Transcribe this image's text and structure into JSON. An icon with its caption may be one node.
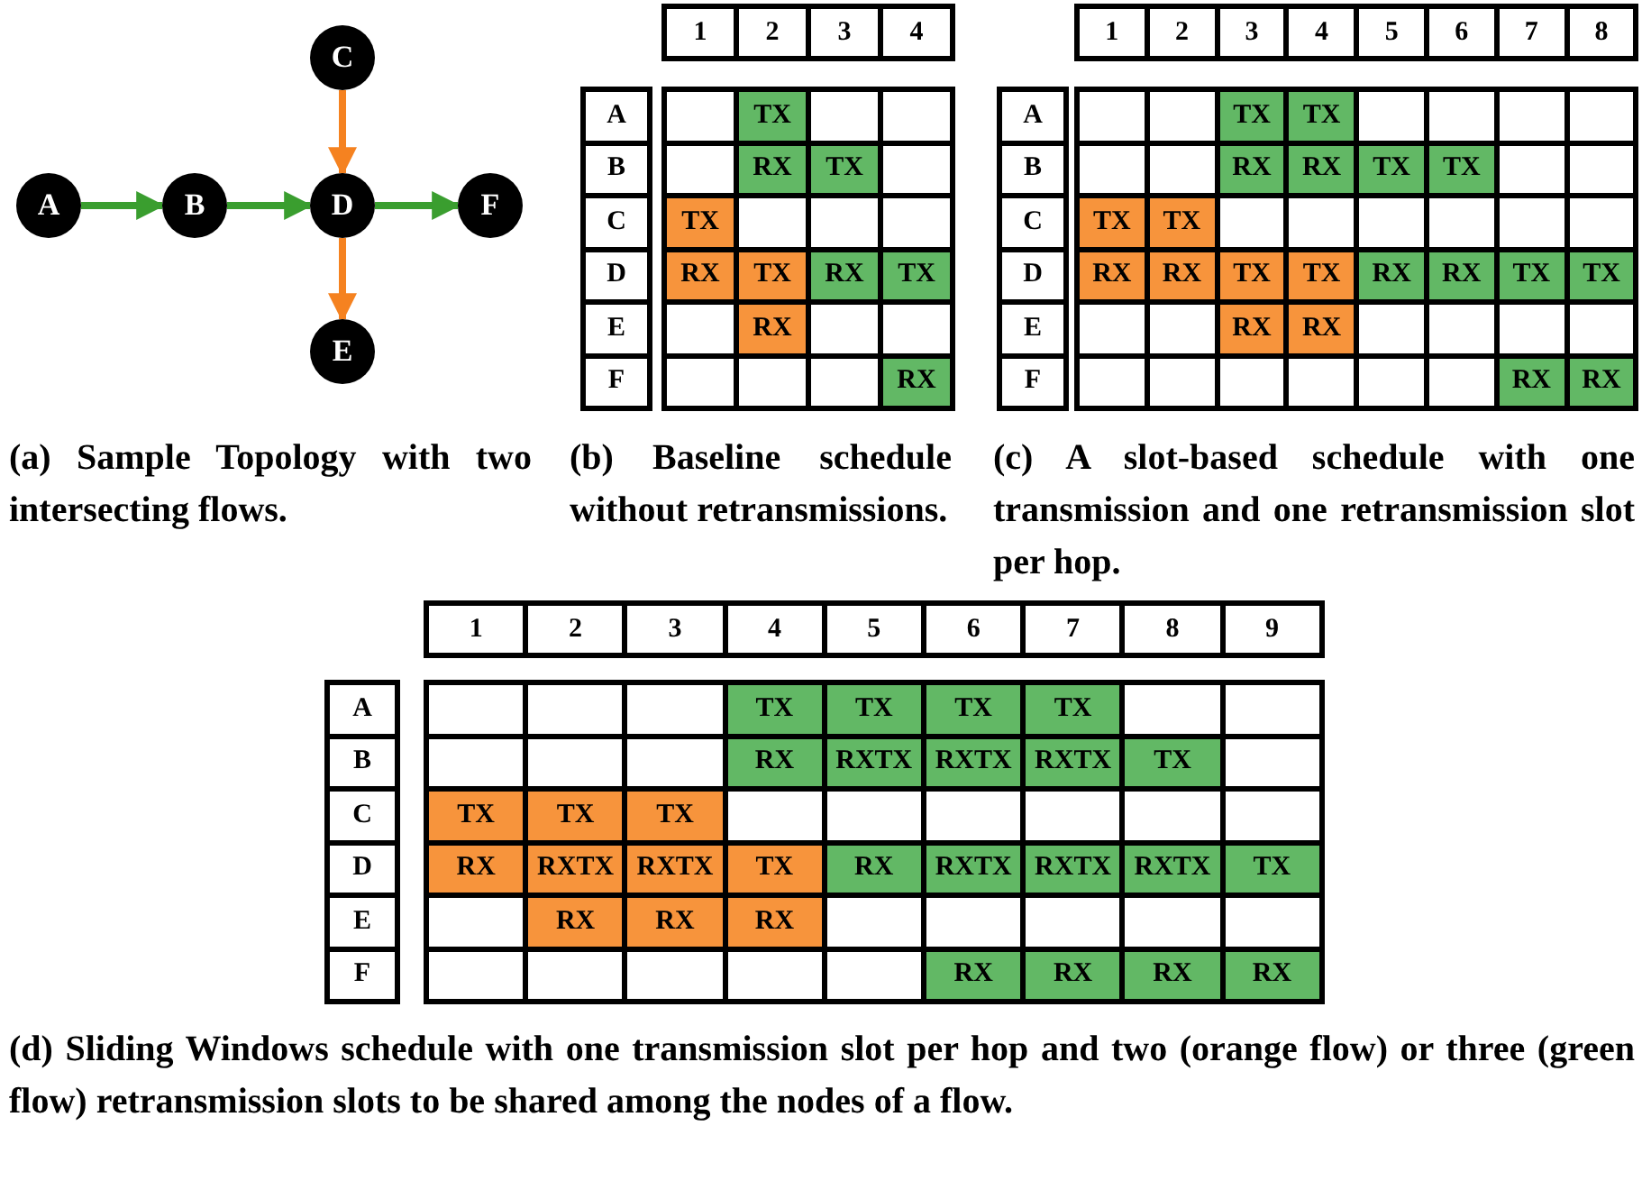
{
  "diagram": {
    "nodes": [
      {
        "text": [
          "A"
        ]
      },
      {
        "text": [
          "B"
        ]
      },
      {
        "text": [
          "C"
        ]
      },
      {
        "text": [
          "D"
        ]
      },
      {
        "text": [
          "E"
        ]
      },
      {
        "text": [
          "F"
        ]
      }
    ],
    "edges": [
      {
        "from": 0,
        "to": 1,
        "arrow": "to"
      },
      {
        "from": 1,
        "to": 3,
        "arrow": "to"
      },
      {
        "from": 3,
        "to": 5,
        "arrow": "to"
      },
      {
        "from": 2,
        "to": 3,
        "arrow": "to",
        "color": "#f58220"
      },
      {
        "from": 3,
        "to": 4,
        "arrow": "to",
        "color": "#f58220"
      }
    ],
    "labels": [
      "1",
      "2",
      "3",
      "4",
      "A",
      "TX",
      "B",
      "RX",
      "TX",
      "C",
      "TX",
      "D",
      "RX",
      "TX",
      "RX",
      "TX",
      "E",
      "RX",
      "F",
      "RX",
      "1",
      "2",
      "3",
      "4",
      "5",
      "6",
      "7",
      "8",
      "A",
      "TX",
      "TX",
      "B",
      "RX",
      "RX",
      "TX",
      "TX",
      "C",
      "TX",
      "TX",
      "D",
      "RX",
      "RX",
      "TX",
      "TX",
      "RX",
      "RX",
      "TX",
      "TX",
      "E",
      "RX",
      "RX",
      "F",
      "RX",
      "RX",
      "(a) Sample Topology with two intersecting flows.",
      "(b) Baseline schedule without retransmissions.",
      "(c) A slot-based schedule with one transmission and one retransmission slot per hop.",
      "1",
      "2",
      "3",
      "4",
      "5",
      "6",
      "7",
      "8",
      "9",
      "A",
      "TX",
      "TX",
      "TX",
      "TX",
      "B",
      "RX",
      "RXTX",
      "RXTX",
      "RXTX",
      "TX",
      "C",
      "TX",
      "TX",
      "TX",
      "D",
      "RX",
      "RXTX",
      "RXTX",
      "TX",
      "RX",
      "RXTX",
      "RXTX",
      "RXTX",
      "TX",
      "E",
      "RX",
      "RX",
      "RX",
      "F",
      "RX",
      "RX",
      "RX",
      "RX",
      "(d) Sliding Windows schedule with one transmission slot per hop and two (orange flow) or three (green flow) retransmission slots to be shared among the nodes of a flow."
    ]
  }
}
